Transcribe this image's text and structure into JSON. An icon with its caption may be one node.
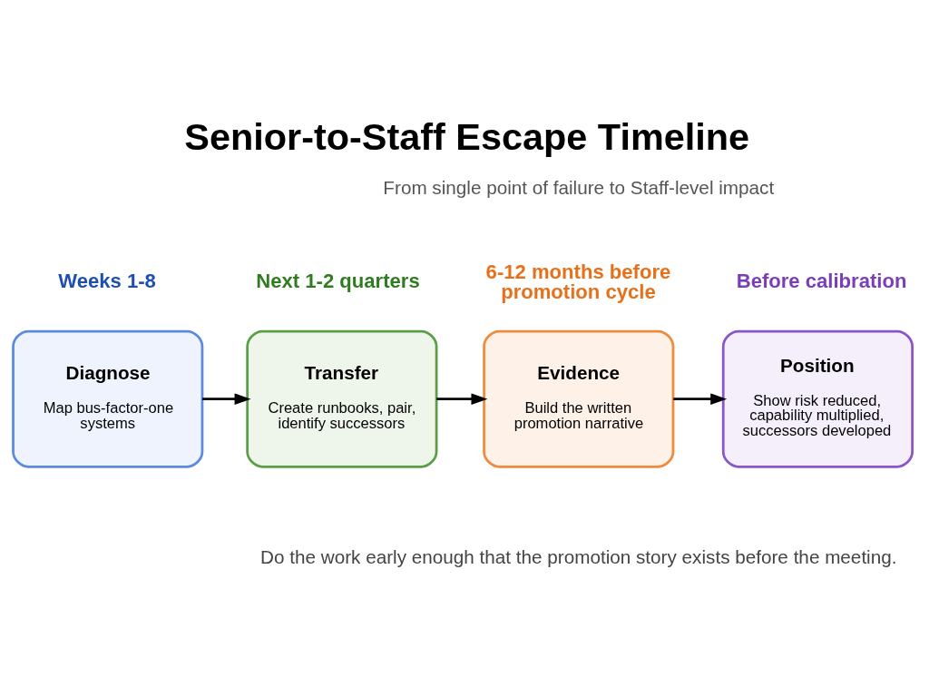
{
  "diagram": {
    "title": "Senior-to-Staff Escape Timeline",
    "caption": "Do the work early enough that the promotion story exists before the meeting.",
    "nodes": [
      {
        "text": [
          "Diagnose",
          "Map bus-factor-one systems"
        ],
        "beside": [
          "Weeks 1-8"
        ]
      },
      {
        "text": [
          "Transfer",
          "Create runbooks, pair, identify successors"
        ],
        "beside": [
          "Next 1-2 quarters"
        ]
      },
      {
        "text": [
          "Evidence",
          "Build the written promotion narrative"
        ],
        "beside": [
          "6-12 months before promotion cycle"
        ]
      },
      {
        "text": [
          "Position",
          "Show risk reduced, capability multiplied, successors developed"
        ],
        "beside": [
          "Before calibration"
        ]
      }
    ],
    "edges": [
      {
        "from": 0,
        "to": 1,
        "arrow": "to"
      },
      {
        "from": 1,
        "to": 2,
        "arrow": "to"
      },
      {
        "from": 2,
        "to": 3,
        "arrow": "to"
      }
    ],
    "labels": [
      "From single point of failure to Staff-level impact"
    ]
  }
}
